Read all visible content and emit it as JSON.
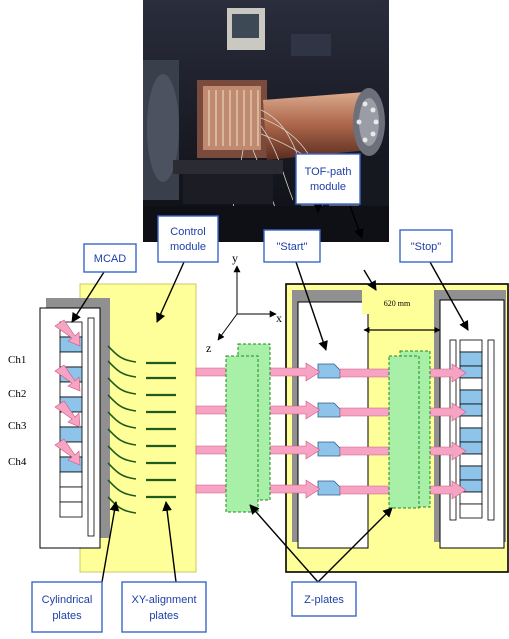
{
  "labels": {
    "mcad": "MCAD",
    "control_module": [
      "Control",
      "module"
    ],
    "tof_module": [
      "TOF-path",
      "module"
    ],
    "start": "\"Start\"",
    "stop": "\"Stop\"",
    "cylindrical": [
      "Cylindrical",
      "plates"
    ],
    "xy_alignment": [
      "XY-alignment",
      "plates"
    ],
    "z_plates": "Z-plates"
  },
  "channels": [
    "Ch1",
    "Ch2",
    "Ch3",
    "Ch4"
  ],
  "axes": {
    "x": "x",
    "y": "y",
    "z": "z"
  },
  "dimension": "620 mm",
  "colors": {
    "label_border": "#3b66c9",
    "label_text": "#1e3fa8",
    "module_fill": "#ffff99",
    "detector_fill": "#8fc4ea",
    "zplate_fill": "#a8f0a8",
    "beam_fill": "#f7a4c4",
    "shadow": "#909090",
    "plate_line": "#1f5a1f"
  }
}
